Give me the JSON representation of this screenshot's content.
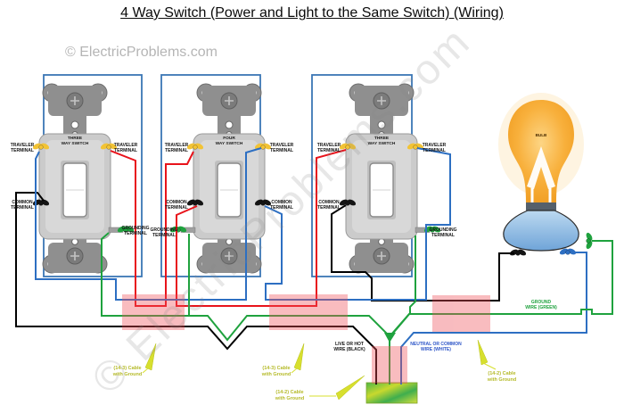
{
  "title": "4 Way Switch (Power and Light to the Same Switch) (Wiring)",
  "copyright": "© ElectricProblems.com",
  "watermark": "© ElectricProblems.com",
  "term": {
    "traveler": [
      "TRAVELER",
      "TERMINAL"
    ],
    "common": [
      "COMMON",
      "TERMINAL"
    ],
    "ground": [
      "GROUNDING",
      "TERMINAL"
    ]
  },
  "switches": [
    {
      "id": "switch-1",
      "type": "three-way",
      "line1": "THREE",
      "line2": "WAY SWITCH"
    },
    {
      "id": "switch-2",
      "type": "four-way",
      "line1": "FOUR",
      "line2": "WAY SWITCH"
    },
    {
      "id": "switch-3",
      "type": "three-way",
      "line1": "THREE",
      "line2": "WAY SWITCH"
    }
  ],
  "bulb_label": "BULB",
  "wire_labels": {
    "hot": [
      "LIVE OR HOT",
      "WIRE (BLACK)"
    ],
    "neutral": [
      "NEUTRAL OR COMMON",
      "WIRE (WHITE)"
    ],
    "ground": [
      "GROUND",
      "WIRE (GREEN)"
    ]
  },
  "cable_labels": {
    "c143": [
      "(14-3) Cable",
      "with Ground"
    ],
    "c142": [
      "(14-2) Cable",
      "with Ground"
    ]
  },
  "colors": {
    "box_outline": "#3b76b5",
    "hot_black": "#000000",
    "traveler_red": "#e8131b",
    "neutral_blue": "#2d6fc2",
    "ground_green": "#1fa23e",
    "cable_highlight": "#ef4e58",
    "callout_yellow": "#d7df2e",
    "bulb_orange": "#f6a723",
    "socket_blue": "#7fb3d9",
    "screw_yellow": "#f2c335"
  }
}
